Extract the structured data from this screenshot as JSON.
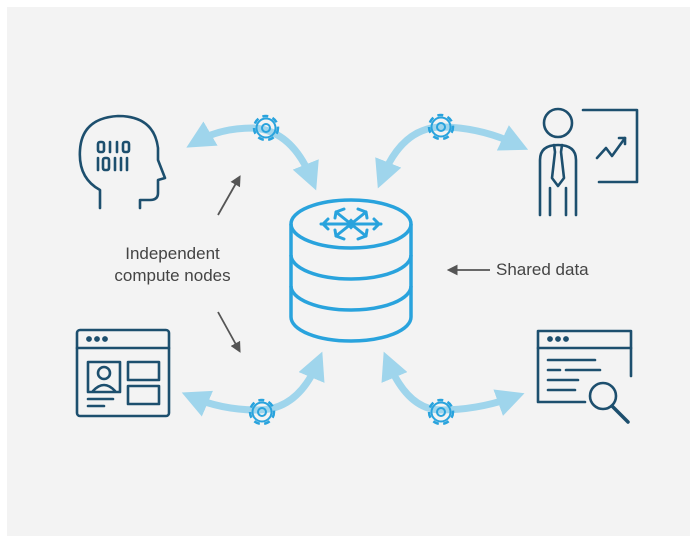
{
  "labels": {
    "independent_line1": "Independent",
    "independent_line2": "compute nodes",
    "shared_data": "Shared data"
  },
  "icons": {
    "center": "database-snowflake-icon",
    "top_left": "head-binary-icon",
    "top_right": "presenter-chart-icon",
    "bottom_left": "browser-profile-icon",
    "bottom_right": "browser-search-icon",
    "nodes": "gear-icon"
  },
  "colors": {
    "outline": "#1d4f6e",
    "accent": "#29a3dd",
    "arrow": "#9fd5ec",
    "pointer": "#555555",
    "background": "#f3f3f3"
  }
}
